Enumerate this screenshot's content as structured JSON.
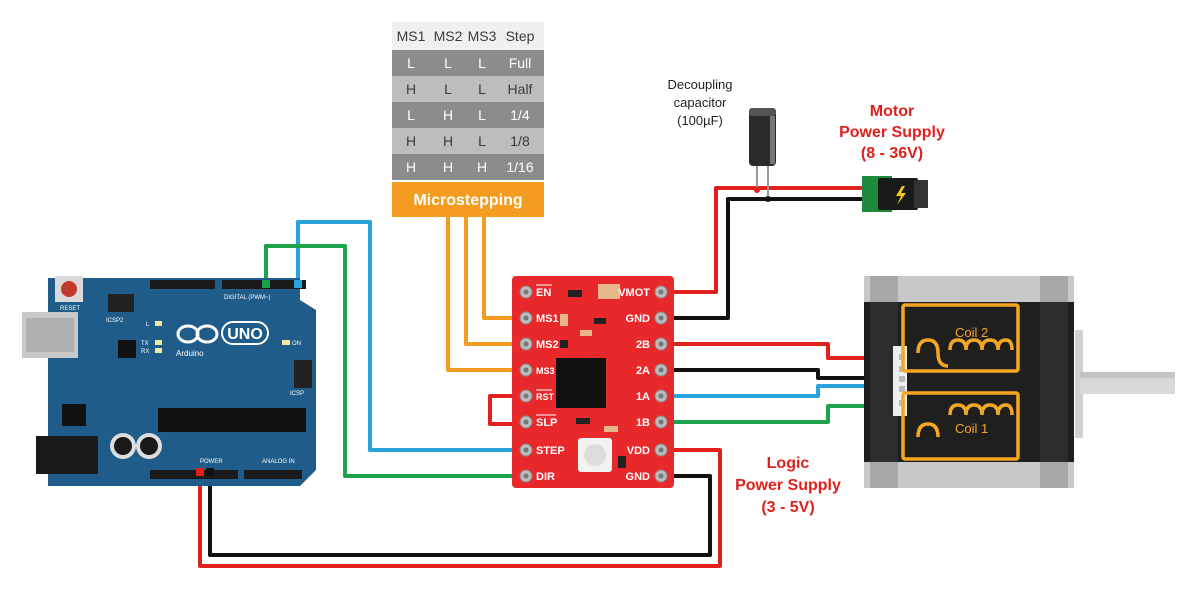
{
  "table": {
    "headers": [
      "MS1",
      "MS2",
      "MS3",
      "Step"
    ],
    "rows": [
      [
        "L",
        "L",
        "L",
        "Full"
      ],
      [
        "H",
        "L",
        "L",
        "Half"
      ],
      [
        "L",
        "H",
        "L",
        "1/4"
      ],
      [
        "H",
        "H",
        "L",
        "1/8"
      ],
      [
        "H",
        "H",
        "H",
        "1/16"
      ]
    ],
    "footer": "Microstepping"
  },
  "driver_pins": {
    "left": [
      "EN",
      "MS1",
      "MS2",
      "MS3",
      "RST",
      "SLP",
      "STEP",
      "DIR"
    ],
    "right": [
      "VMOT",
      "GND",
      "2B",
      "2A",
      "1A",
      "1B",
      "VDD",
      "GND"
    ]
  },
  "capacitor_label": {
    "line1": "Decoupling",
    "line2": "capacitor",
    "line3": "(100µF)"
  },
  "motor_supply": {
    "line1": "Motor",
    "line2": "Power Supply",
    "line3": "(8 - 36V)"
  },
  "logic_supply": {
    "line1": "Logic",
    "line2": "Power Supply",
    "line3": "(3 - 5V)"
  },
  "coils": {
    "coil2": "Coil 2",
    "coil1": "Coil 1"
  },
  "arduino": {
    "model": "UNO",
    "brand": "Arduino",
    "reset": "RESET",
    "icsp2": "ICSP2",
    "icsp": "ICSP",
    "tx": "TX",
    "rx": "RX",
    "l": "L",
    "on": "ON",
    "digital": "DIGITAL (PWM~)",
    "analog": "ANALOG IN",
    "power": "POWER"
  },
  "colors": {
    "red": "#e0201c",
    "black": "#111111",
    "blue": "#29a3dc",
    "green": "#1fa34a",
    "orange": "#f5a623",
    "arduino": "#1f5c8a",
    "driver": "#e8282a",
    "table_dark": "#8c8c8c",
    "table_light": "#bdbdbd"
  }
}
